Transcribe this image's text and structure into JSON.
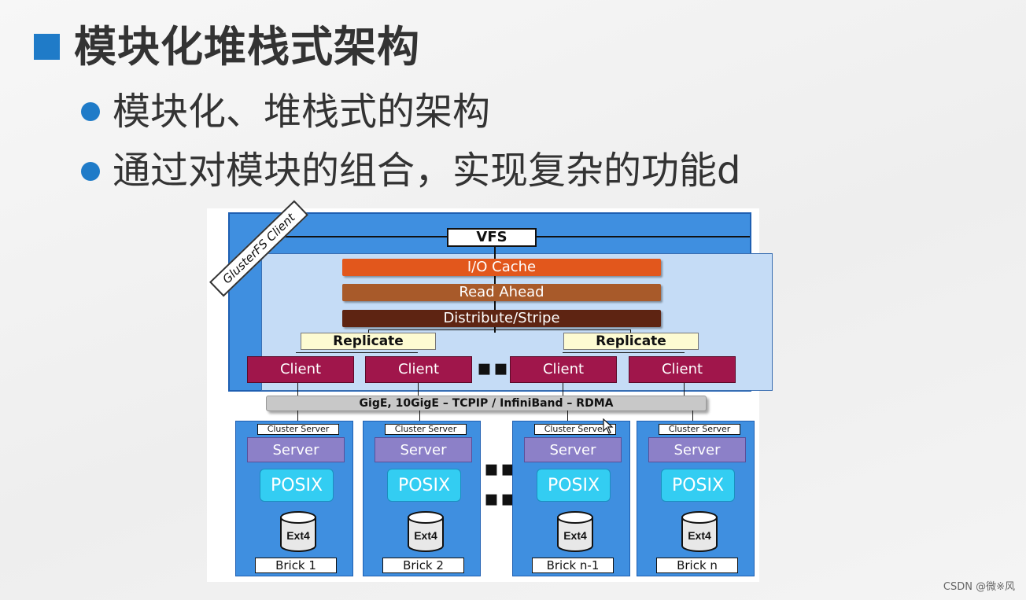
{
  "slide": {
    "title": "模块化堆栈式架构",
    "points": [
      "模块化、堆栈式的架构",
      "通过对模块的组合，实现复杂的功能d"
    ]
  },
  "diagram": {
    "client_label": "GlusterFS Client",
    "vfs": "VFS",
    "layers": [
      {
        "label": "I/O Cache",
        "color": "#e2571c"
      },
      {
        "label": "Read Ahead",
        "color": "#a85a2a"
      },
      {
        "label": "Distribute/Stripe",
        "color": "#5e2412"
      }
    ],
    "replicate_labels": [
      "Replicate",
      "Replicate"
    ],
    "clients": [
      "Client",
      "Client",
      "Client",
      "Client"
    ],
    "ellipsis": "▪▪▪",
    "network": "GigE, 10GigE – TCPIP / InfiniBand – RDMA",
    "servers": [
      {
        "cluster_server": "Cluster Server",
        "server": "Server",
        "posix": "POSIX",
        "fs": "Ext4",
        "brick": "Brick 1"
      },
      {
        "cluster_server": "Cluster Server",
        "server": "Server",
        "posix": "POSIX",
        "fs": "Ext4",
        "brick": "Brick 2"
      },
      {
        "cluster_server": "Cluster Server",
        "server": "Server",
        "posix": "POSIX",
        "fs": "Ext4",
        "brick": "Brick n-1"
      },
      {
        "cluster_server": "Cluster Server",
        "server": "Server",
        "posix": "POSIX",
        "fs": "Ext4",
        "brick": "Brick n"
      }
    ]
  },
  "watermark": "CSDN @微※风"
}
